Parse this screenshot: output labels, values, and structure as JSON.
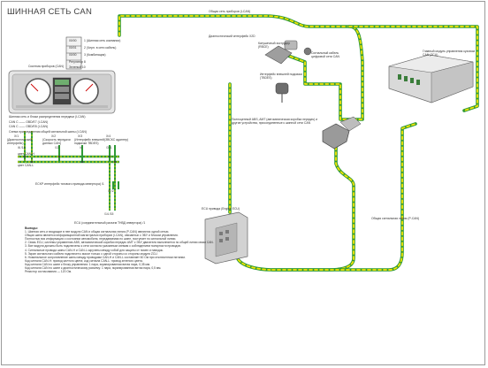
{
  "title": "ШИННАЯ СЕТЬ CAN",
  "labels": {
    "bus_top": "Общая сеть приборов (I-CAN)",
    "diag_connector": "Диагностический интерфейс X2D",
    "coil": "Катушечный экструдер (RBCE)",
    "cable_sensor": "Сигнальный кабель цифровой сети CAN",
    "interface_device": "Интерфейс внешней подкачки (TBDES)",
    "main_module": "Главный модуль управления кузовом CAN (ZCU)",
    "gateway_devices": "Полноценный ABS, AMT (автоматическая коробка передач) и другие устройства, присоединенные к шинной сети CAN",
    "cluster_caption": "Система приборов (CAN)",
    "cluster_legend_title": "Шинная сеть и блоки распределения передачи (I-CAN)",
    "cluster_pins": [
      {
        "code": "00/00",
        "text": "1 (Шинная сеть компании)"
      },
      {
        "code": "00/01",
        "text": "2 (Черн. в сети кабель)"
      },
      {
        "code": "00/00",
        "text": "3 (Комбинация)"
      },
      {
        "code": "",
        "text": "Регулятор  8"
      },
      {
        "code": "",
        "text": "Зеленый  10"
      }
    ],
    "pin_rows": [
      "CAN C  ——  OBD/E7 (I-CAN)",
      "CAN C  ——  OBD/E8 (I-CAN)"
    ],
    "conn_title": "Схема присоединения общей сигнальной шины (I-CAN)",
    "conn_columns": [
      {
        "head": "X/1",
        "text": "(Диагностический интерфейс)",
        "pins": "/6      /14"
      },
      {
        "head": "X/2",
        "text": "(Скорость передачи данных CAN)",
        "pins": "/13"
      },
      {
        "head": "X/3",
        "text": "(Интерфейс внешней подкачки TBDES)",
        "pins": "/4"
      },
      {
        "head": "X/4",
        "text": "(ЗВСКС адаптер)",
        "pins": "/3   /1"
      }
    ],
    "can_h": "цвет CAN-H",
    "can_l": "цвет CAN-L",
    "lower_interface": "ECKP интерфейс тягового привода инвертора) /1",
    "lower_pins": "/3   /2",
    "ecu_connector": "ECU (соединительный разъем ТНВД инвертора) /1",
    "ecu_pins": "/14   /15",
    "ecu_engine": "ECU привода (Engine ECU)",
    "bus_bottom": "Общая сигнальная линия (P-CAN)"
  },
  "notes": {
    "heading": "Выводы:",
    "lines": [
      "1. Шинная сеть и входящие в нее модули CAN и общая сигнальная линия (P-CAN) являются одной сетью.",
      "Общая шина является информационной магистралью приборов (I-CAN), связанных с ЭБУ и блоком управления.",
      "Полностью вся информация о состоянии автомобиля, передаваемая по шине, поступает по сигнальной линии.",
      "2. Связь ECU, системы управления ABS, автоматической коробки передач AMT с ЭБУ двигателя выполняется по общей линии связи CAN.",
      "3. Все модули должны быть подключены к сети согласно указанным схемам с соблюдением полярности проводов.",
      "4. Сигнальные провода шины CAN-H и CAN-L скручены между собой для защиты от помех и наводок.",
      "5. Экран сигнального кабеля подключен к массе только с одной стороны со стороны модуля ZCU.",
      "6. Номинальное сопротивление шины между проводами CAN-H и CAN-L составляет 60 Ом при отключенном питании.",
      "Код сигнала CAN-H: провод желтого цвета; код сигнала CAN-L: провод зеленого цвета.",
      "Код сигнала CAN по шине к блоку управления: 1 пара, экранированная витая пара, 0,35 мм.",
      "Код сигнала CAN по шине к диагностическому разъему: 1 пара, экранированная витая пара, 0,5 мм.",
      "Резистор согласования — 120 Ом."
    ]
  },
  "colors": {
    "wire_yellow": "#f4e300",
    "wire_green": "#2f9a36",
    "device_gray": "#d4d4d4",
    "frame_gray": "#9a9a9a"
  }
}
